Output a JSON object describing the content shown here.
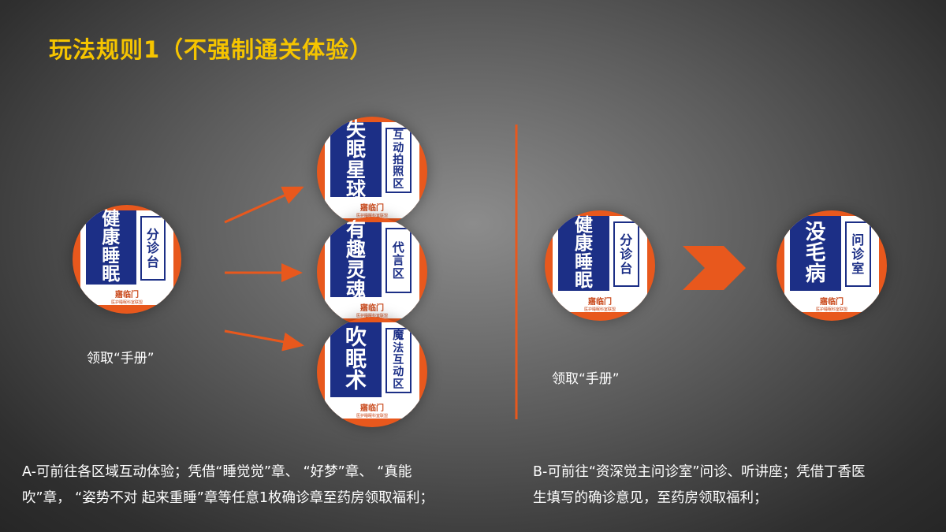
{
  "title": "玩法规则1（不强制通关体验）",
  "colors": {
    "title": "#f5c400",
    "accent": "#e8581d",
    "navy": "#1c2f86"
  },
  "badges": {
    "main_left": {
      "big": [
        "健",
        "康",
        "睡",
        "眠"
      ],
      "side": [
        "分",
        "诊",
        "台"
      ],
      "brand": "寤临门",
      "brand_sub": "医护睡眠科室联盟"
    },
    "top": {
      "big": [
        "失",
        "眠",
        "星",
        "球"
      ],
      "side": [
        "互",
        "动",
        "拍",
        "照",
        "区"
      ],
      "brand": "寤临门",
      "brand_sub": "医护睡眠科室联盟"
    },
    "mid": {
      "big": [
        "有",
        "趣",
        "灵",
        "魂"
      ],
      "side": [
        "代",
        "言",
        "区"
      ],
      "brand": "寤临门",
      "brand_sub": "医护睡眠科室联盟"
    },
    "low": {
      "big": [
        "吹",
        "眠",
        "术"
      ],
      "side": [
        "魔",
        "法",
        "互",
        "动",
        "区"
      ],
      "brand": "寤临门",
      "brand_sub": "医护睡眠科室联盟"
    },
    "main_right": {
      "big": [
        "健",
        "康",
        "睡",
        "眠"
      ],
      "side": [
        "分",
        "诊",
        "台"
      ],
      "brand": "寤临门",
      "brand_sub": "医护睡眠科室联盟"
    },
    "clinic": {
      "big": [
        "没",
        "毛",
        "病"
      ],
      "side": [
        "问",
        "诊",
        "室"
      ],
      "brand": "寤临门",
      "brand_sub": "医护睡眠科室联盟"
    }
  },
  "captions": {
    "left": "领取“手册”",
    "right": "领取“手册”"
  },
  "section_a": {
    "line1": "A-可前往各区域互动体验；凭借“睡觉觉”章、 “好梦”章、 “真能",
    "line2": "吹”章， “姿势不对 起来重睡”章等任意1枚确诊章至药房领取福利；"
  },
  "section_b": {
    "line1": "B-可前往“资深觉主问诊室”问诊、听讲座；凭借丁香医",
    "line2": "生填写的确诊意见，至药房领取福利；"
  }
}
